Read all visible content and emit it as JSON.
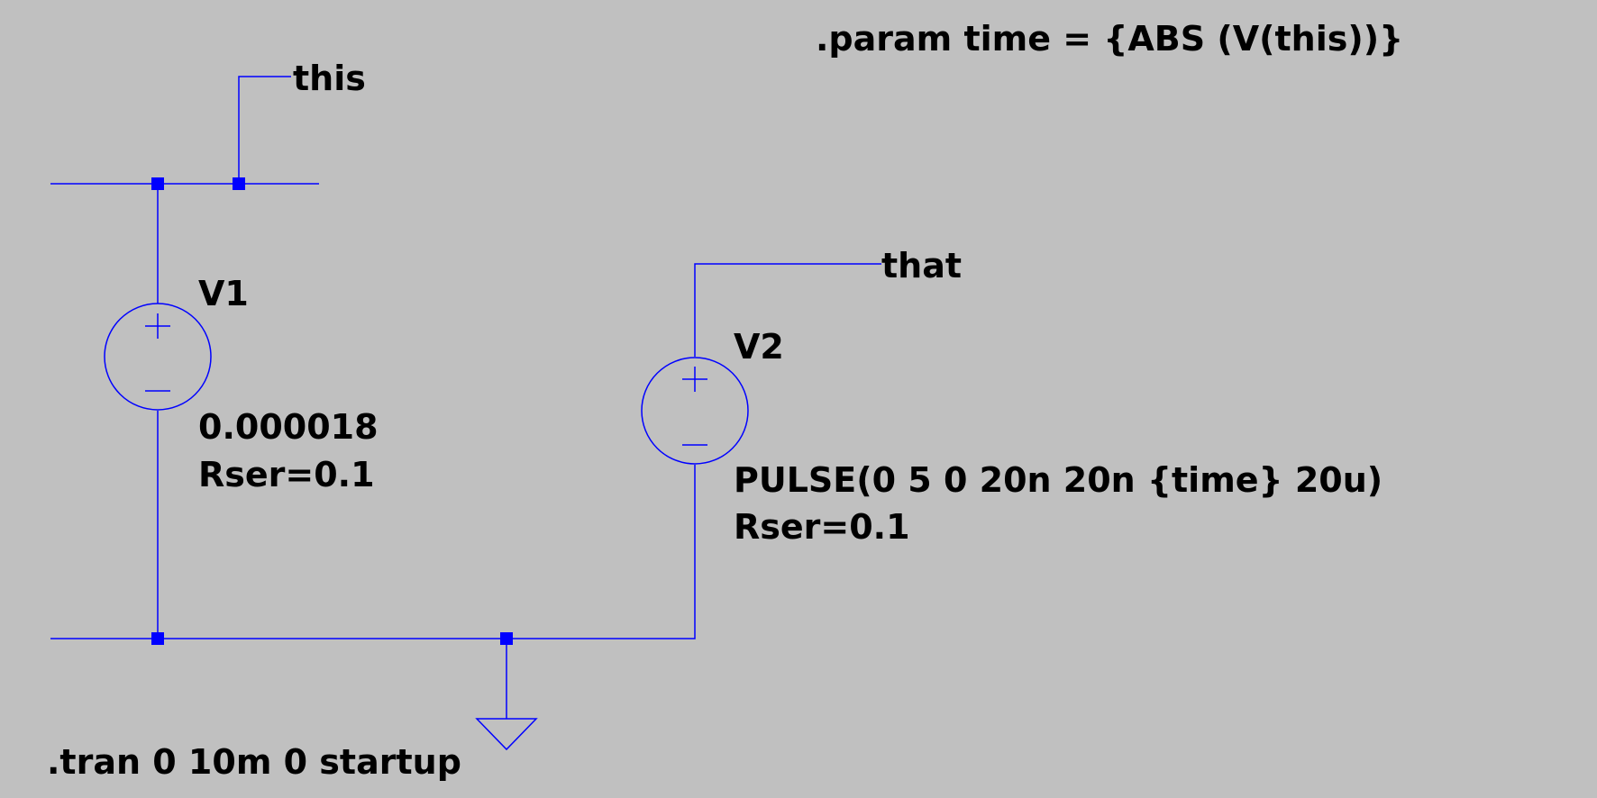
{
  "directives": {
    "param": ".param time = {ABS  (V(this))}",
    "tran": ".tran 0 10m 0 startup"
  },
  "nets": {
    "this": "this",
    "that": "that"
  },
  "components": {
    "v1": {
      "name": "V1",
      "value": "0.000018",
      "rser": "Rser=0.1"
    },
    "v2": {
      "name": "V2",
      "value": "PULSE(0 5 0 20n 20n {time} 20u)",
      "rser": "Rser=0.1"
    }
  },
  "colors": {
    "background": "#c0c0c0",
    "wire": "#0000ff",
    "text": "#000000"
  }
}
